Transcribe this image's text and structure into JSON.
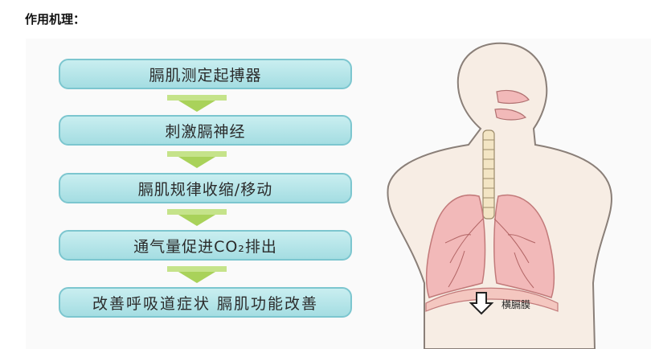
{
  "heading": "作用机理：",
  "steps": [
    {
      "label": "膈肌测定起搏器"
    },
    {
      "label": "刺激膈神经"
    },
    {
      "label": "膈肌规律收缩/移动"
    },
    {
      "label": "通气量促进CO₂排出"
    },
    {
      "label": "改善呼吸道症状  膈肌功能改善"
    }
  ],
  "illustration": {
    "diaphragm_label": "横膈膜",
    "arrow_icon": "down-arrow-icon"
  },
  "colors": {
    "step_fill": "#a4dde2",
    "step_border": "#7cc6cf",
    "arrow_fill": "#a9d25a",
    "lung_fill": "#f2b9b9"
  }
}
